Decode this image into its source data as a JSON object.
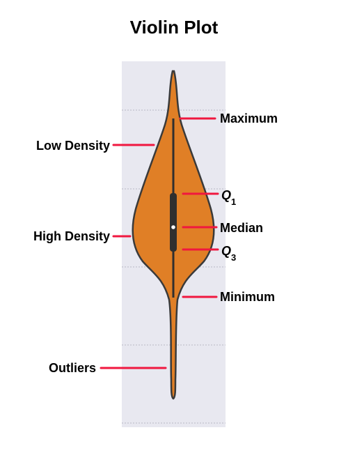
{
  "title": "Violin Plot",
  "labels": {
    "maximum": "Maximum",
    "low_density": "Low Density",
    "q1": "Q",
    "q1_sub": "1",
    "median": "Median",
    "high_density": "High Density",
    "q3": "Q",
    "q3_sub": "3",
    "minimum": "Minimum",
    "outliers": "Outliers"
  },
  "colors": {
    "plot_background": "#e8e8f0",
    "violin_fill": "#e07f26",
    "violin_edge": "#3a3a3a",
    "box": "#2f2f2f",
    "median_dot": "#ffffff",
    "pointer": "#f0173f",
    "gridline": "#b8b8c4"
  }
}
